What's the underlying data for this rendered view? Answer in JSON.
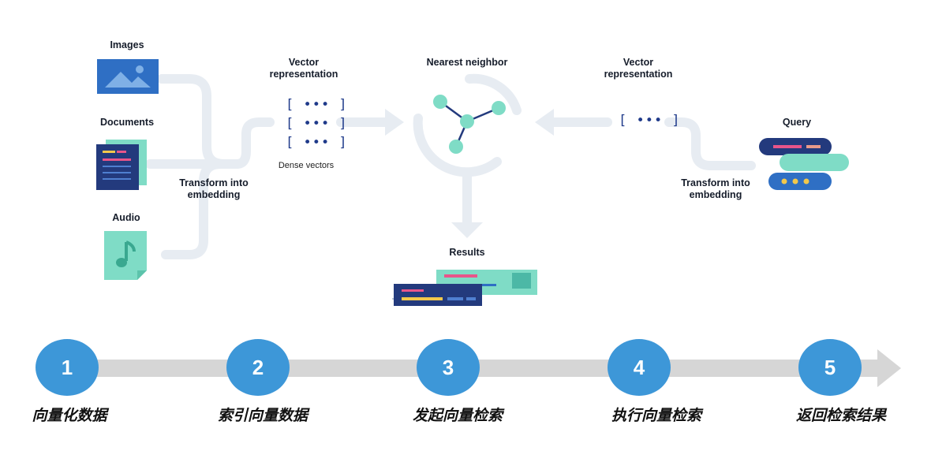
{
  "sources": {
    "images_label": "Images",
    "documents_label": "Documents",
    "audio_label": "Audio"
  },
  "left_transform": {
    "line1": "Transform into",
    "line2": "embedding"
  },
  "left_vector": {
    "line1": "Vector",
    "line2": "representation",
    "caption": "Dense vectors",
    "rows": [
      "[ ••• ]",
      "[ ••• ]",
      "[ ••• ]"
    ]
  },
  "nearest": {
    "label": "Nearest neighbor"
  },
  "right_vector": {
    "line1": "Vector",
    "line2": "representation",
    "row": "[ ••• ]"
  },
  "query": {
    "label": "Query"
  },
  "right_transform": {
    "line1": "Transform into",
    "line2": "embedding"
  },
  "results": {
    "label": "Results"
  },
  "steps": [
    {
      "number": "1",
      "label": "向量化数据"
    },
    {
      "number": "2",
      "label": "索引向量数据"
    },
    {
      "number": "3",
      "label": "发起向量检索"
    },
    {
      "number": "4",
      "label": "执行向量检索"
    },
    {
      "number": "5",
      "label": "返回检索结果"
    }
  ],
  "colors": {
    "navy": "#233a7d",
    "blue": "#2f6fc4",
    "teal": "#7fdcc6",
    "pink": "#e8558a",
    "yellow": "#f2c84b",
    "step_blue": "#3d97d8",
    "track_gray": "#d6d6d6",
    "flow_gray": "#e7ecf2"
  }
}
